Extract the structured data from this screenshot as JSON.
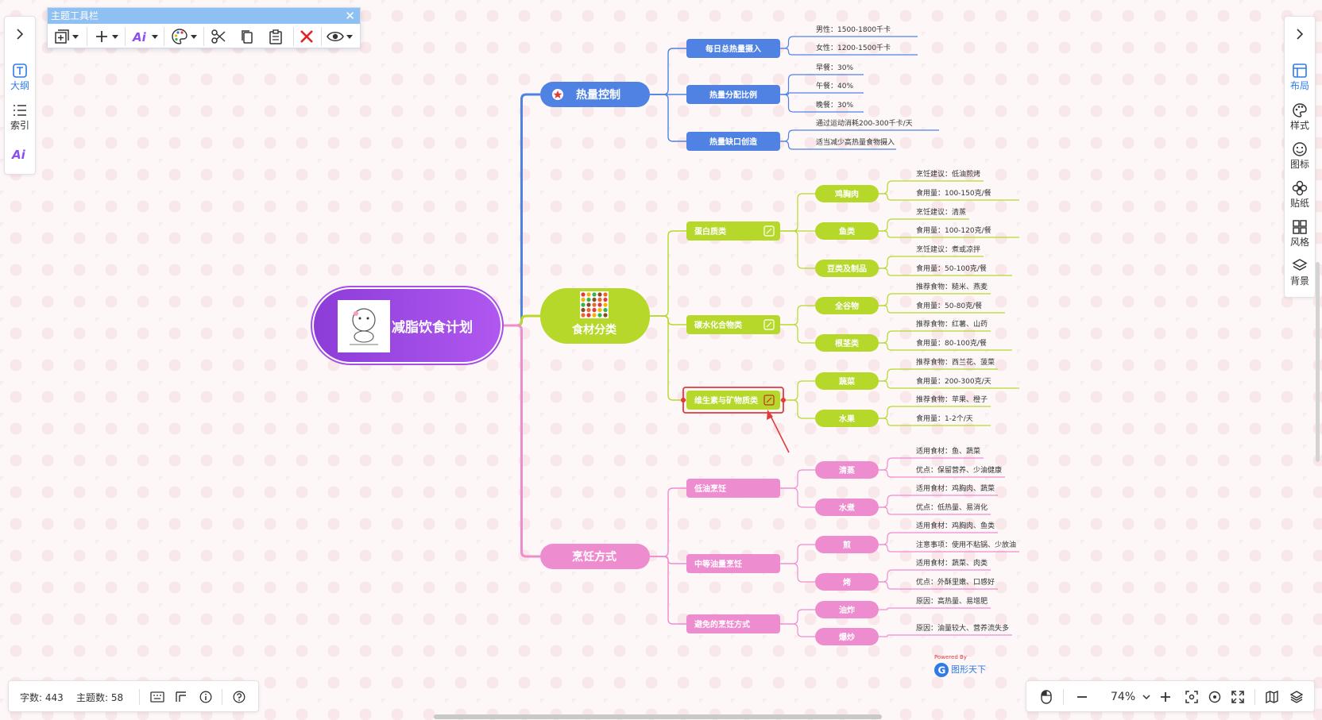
{
  "left_sidebar": {
    "items": [
      {
        "label": "大纲",
        "icon": "outline-icon",
        "active": true
      },
      {
        "label": "索引",
        "icon": "index-icon",
        "active": false
      },
      {
        "label": "",
        "icon": "ai-icon",
        "active": false
      }
    ]
  },
  "right_sidebar": {
    "items": [
      {
        "label": "布局",
        "icon": "layout-icon"
      },
      {
        "label": "样式",
        "icon": "palette-icon"
      },
      {
        "label": "图标",
        "icon": "smiley-icon"
      },
      {
        "label": "贴纸",
        "icon": "sticker-icon"
      },
      {
        "label": "风格",
        "icon": "theme-grid-icon"
      },
      {
        "label": "背景",
        "icon": "layers-icon"
      }
    ]
  },
  "topic_toolbar": {
    "title": "主题工具栏"
  },
  "mindmap": {
    "root": "减脂饮食计划",
    "branches": [
      {
        "label": "热量控制",
        "color": "#4f82e3",
        "children": [
          {
            "label": "每日总热量摄入",
            "leaves": [
              "男性：1500-1800千卡",
              "女性：1200-1500千卡"
            ]
          },
          {
            "label": "热量分配比例",
            "leaves": [
              "早餐：30%",
              "午餐：40%",
              "晚餐：30%"
            ]
          },
          {
            "label": "热量缺口创造",
            "leaves": [
              "通过运动消耗200-300千卡/天",
              "适当减少高热量食物摄入"
            ]
          }
        ]
      },
      {
        "label": "食材分类",
        "color": "#b5d82a",
        "children": [
          {
            "label": "蛋白质类",
            "subs": [
              {
                "label": "鸡胸肉",
                "leaves": [
                  "烹饪建议：低油煎烤",
                  "食用量：100-150克/餐"
                ]
              },
              {
                "label": "鱼类",
                "leaves": [
                  "烹饪建议：清蒸",
                  "食用量：100-120克/餐"
                ]
              },
              {
                "label": "豆类及制品",
                "leaves": [
                  "烹饪建议：煮或凉拌",
                  "食用量：50-100克/餐"
                ]
              }
            ]
          },
          {
            "label": "碳水化合物类",
            "subs": [
              {
                "label": "全谷物",
                "leaves": [
                  "推荐食物：糙米、燕麦",
                  "食用量：50-80克/餐"
                ]
              },
              {
                "label": "根茎类",
                "leaves": [
                  "推荐食物：红薯、山药",
                  "食用量：80-100克/餐"
                ]
              }
            ]
          },
          {
            "label": "维生素与矿物质类",
            "subs": [
              {
                "label": "蔬菜",
                "leaves": [
                  "推荐食物：西兰花、菠菜",
                  "食用量：200-300克/天"
                ]
              },
              {
                "label": "水果",
                "leaves": [
                  "推荐食物：苹果、橙子",
                  "食用量：1-2个/天"
                ]
              }
            ]
          }
        ]
      },
      {
        "label": "烹饪方式",
        "color": "#ee8cd0",
        "children": [
          {
            "label": "低油烹饪",
            "subs": [
              {
                "label": "清蒸",
                "leaves": [
                  "适用食材：鱼、蔬菜",
                  "优点：保留营养、少油健康"
                ]
              },
              {
                "label": "水煮",
                "leaves": [
                  "适用食材：鸡胸肉、蔬菜",
                  "优点：低热量、易消化"
                ]
              }
            ]
          },
          {
            "label": "中等油量烹饪",
            "subs": [
              {
                "label": "煎",
                "leaves": [
                  "适用食材：鸡胸肉、鱼类",
                  "注意事项：使用不粘锅、少放油"
                ]
              },
              {
                "label": "烤",
                "leaves": [
                  "适用食材：蔬菜、肉类",
                  "优点：外酥里嫩、口感好"
                ]
              }
            ]
          },
          {
            "label": "避免的烹饪方式",
            "subs": [
              {
                "label": "油炸",
                "leaves": [
                  "原因：高热量、易增肥"
                ]
              },
              {
                "label": "爆炒",
                "leaves": [
                  "原因：油量较大、营养流失多"
                ]
              }
            ]
          }
        ]
      }
    ]
  },
  "branding": {
    "powered_by": "Powered By",
    "name": "图形天下"
  },
  "status": {
    "word_count": "字数: 443",
    "topic_count": "主题数: 58"
  },
  "zoom": {
    "level": "74%"
  }
}
